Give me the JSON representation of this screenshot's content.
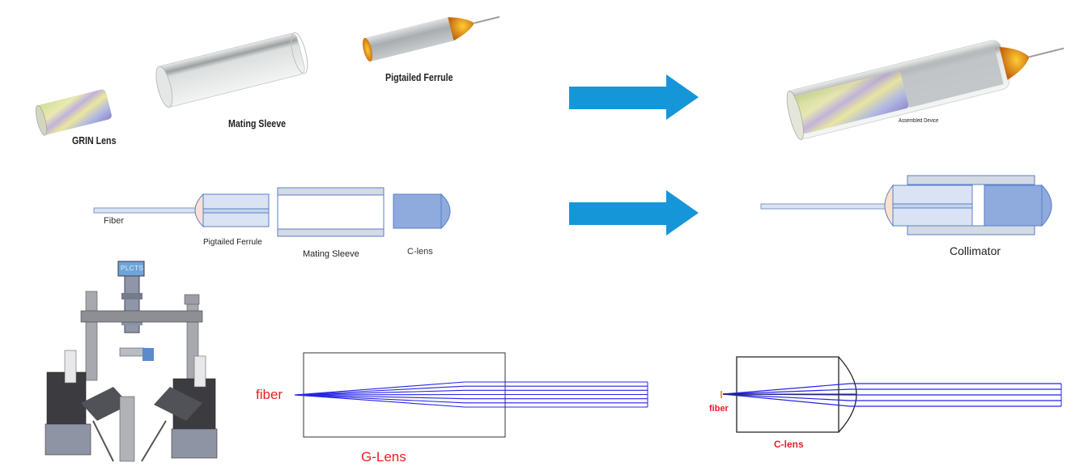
{
  "row1": {
    "components": [
      {
        "name": "GRIN Lens"
      },
      {
        "name": "Mating Sleeve"
      },
      {
        "name": "Pigtailed Ferrule"
      }
    ],
    "assembled_label": "Assembled Device"
  },
  "row2": {
    "labels": {
      "fiber": "Fiber",
      "ferrule": "Pigtailed Ferrule",
      "sleeve": "Mating Sleeve",
      "clens": "C-lens"
    },
    "assembled_label": "Collimator"
  },
  "row3": {
    "machine_badge": "PLCTS",
    "glens": {
      "fiber_label": "fiber",
      "lens_label": "G-Lens",
      "ray_count": 7
    },
    "clens": {
      "fiber_label": "fiber",
      "lens_label": "C-lens",
      "ray_count": 5
    }
  },
  "colors": {
    "arrow": "#1596d9",
    "ray": "#2424e6",
    "label_red": "#ee1c24",
    "ferrule_fill": "#dae3f3",
    "sleeve_wall": "#d3dae3",
    "clens_fill": "#8faadc",
    "outline": "#5b7fc9",
    "dome": "#fbe2d0"
  }
}
